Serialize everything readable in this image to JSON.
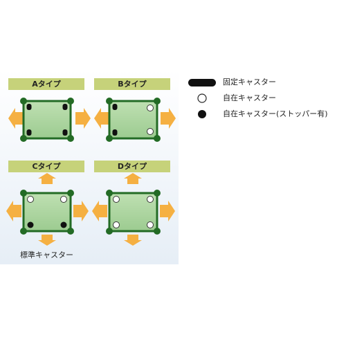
{
  "legend": {
    "fixed": "固定キャスター",
    "swivel": "自在キャスター",
    "swivel_stopper": "自在キャスター(ストッパー有)"
  },
  "types": [
    {
      "label": "Aタイプ"
    },
    {
      "label": "Bタイプ"
    },
    {
      "label": "Cタイプ"
    },
    {
      "label": "Dタイプ"
    }
  ],
  "caption": "標準キャスター",
  "colors": {
    "frame": "#236b25",
    "plate": "#a9d39e",
    "arrow": "#f5b042",
    "label_bg": "#c6d27a",
    "fixed_caster": "#111111",
    "stopper_caster": "#111111",
    "swivel_caster": "#ffffff"
  }
}
